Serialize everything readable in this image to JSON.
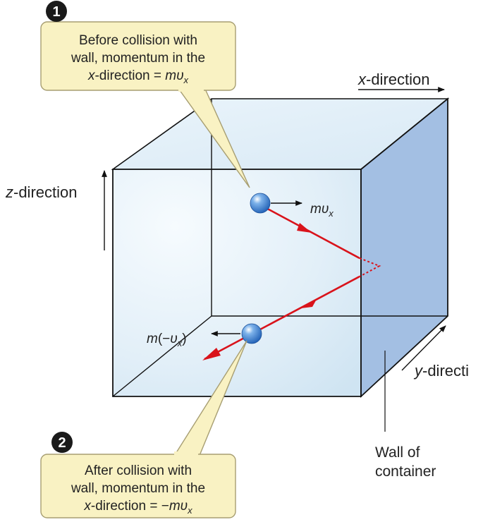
{
  "callout_1": {
    "number": "1",
    "line1": "Before collision with",
    "line2": "wall, momentum in the",
    "line3_prefix": "x",
    "line3_mid": "-direction = ",
    "line3_m": "m",
    "line3_v": "υ",
    "line3_sub": "x"
  },
  "callout_2": {
    "number": "2",
    "line1": "After collision with",
    "line2": "wall, momentum in the",
    "line3_prefix": "x",
    "line3_mid": "-direction = ",
    "line3_neg": "−",
    "line3_m": "m",
    "line3_v": "υ",
    "line3_sub": "x"
  },
  "axes": {
    "x_prefix": "x",
    "x_suffix": "-direction",
    "y_prefix": "y",
    "y_suffix": "-directi",
    "z_prefix": "z",
    "z_suffix": "-direction"
  },
  "momentum_before": {
    "m": "m",
    "v": "υ",
    "sub": "x"
  },
  "momentum_after": {
    "m": "m",
    "open": "(",
    "neg": "−",
    "v": "υ",
    "sub": "x",
    "close": ")"
  },
  "wall_label": {
    "line1": "Wall of",
    "line2": "container"
  },
  "colors": {
    "callout_fill": "#f9f2c3",
    "callout_stroke": "#a79e72",
    "wall": "#a3bfe3",
    "path": "#d9131b",
    "badge": "#1a1a1a"
  }
}
